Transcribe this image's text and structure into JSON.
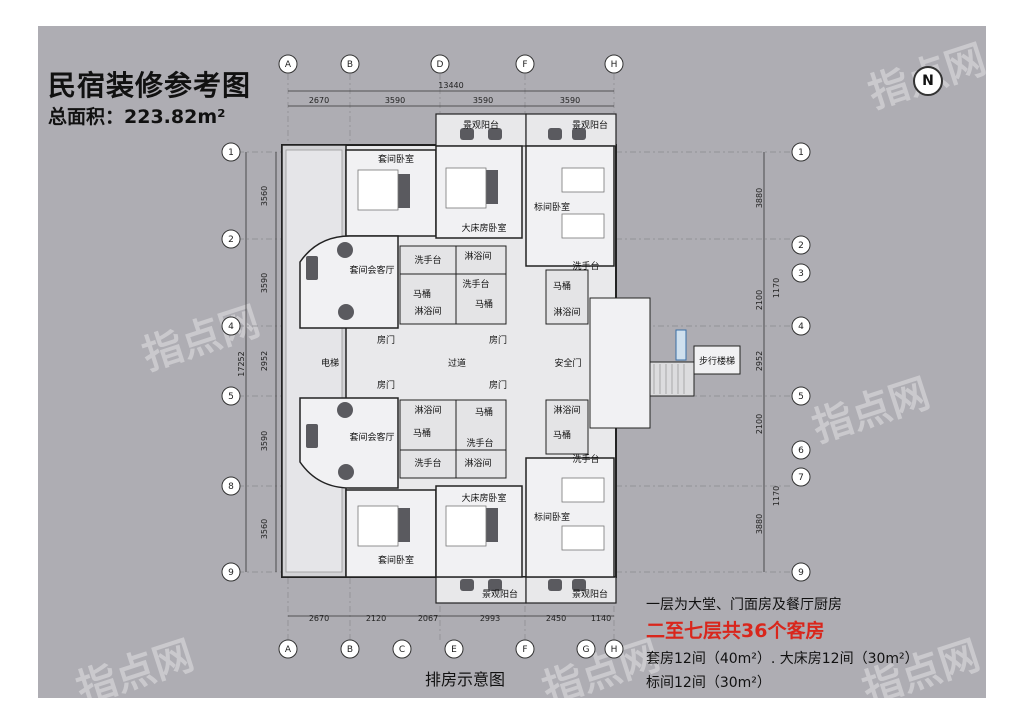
{
  "title": "民宿装修参考图",
  "area_label": "总面积：223.82m²",
  "north_label": "N",
  "caption": "排房示意图",
  "watermark": "指点网",
  "info": {
    "line1": "一层为大堂、门面房及餐厅厨房",
    "line2": "二至七层共36个客房",
    "line3": "套房12间（40m²）. 大床房12间（30m²）",
    "line4": "标间12间（30m²）"
  },
  "axes": {
    "top": [
      "A",
      "B",
      "D",
      "F",
      "H"
    ],
    "bottom": [
      "A",
      "B",
      "C",
      "E",
      "F",
      "G",
      "H"
    ],
    "left": [
      "1",
      "2",
      "4",
      "5",
      "8",
      "9"
    ],
    "right": [
      "1",
      "2",
      "3",
      "4",
      "5",
      "6",
      "7",
      "9"
    ]
  },
  "dimensions": {
    "top_total": "13440",
    "top": [
      "2670",
      "3590",
      "3590",
      "3590"
    ],
    "bottom": [
      "2670",
      "2120",
      "2067",
      "2993",
      "2450",
      "1140"
    ],
    "left_total": "17252",
    "left": [
      "3560",
      "3590",
      "2952",
      "3590",
      "3560"
    ],
    "right": [
      "3880",
      "1170",
      "2100",
      "2952",
      "2100",
      "1170",
      "3880"
    ]
  },
  "rooms": {
    "scenic_balcony": "景观阳台",
    "suite_bedroom": "套间卧室",
    "king_bedroom": "大床房卧室",
    "twin_bedroom": "标间卧室",
    "suite_living": "套间会客厅",
    "wash_basin": "洗手台",
    "shower": "淋浴间",
    "toilet": "马桶",
    "elevator": "电梯",
    "corridor": "过道",
    "room_door": "房门",
    "fire_door": "安全门",
    "stairs": "步行楼梯"
  }
}
